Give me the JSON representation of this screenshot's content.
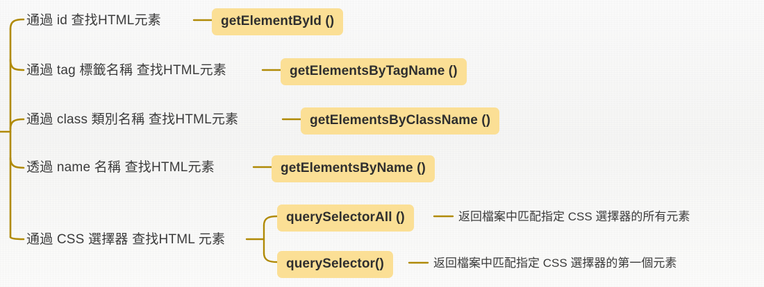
{
  "theme": {
    "background": "#f7f7f6",
    "branch_line": "#b08a06",
    "pill_bg": "#fbdf95",
    "pill_text": "#2f2f2f",
    "label_text": "#3b3b3b"
  },
  "diagram": {
    "type": "mindmap",
    "orientation": "left-to-right",
    "branches": [
      {
        "label": "通過 id 查找HTML元素",
        "method": "getElementById ()",
        "children": []
      },
      {
        "label": "通過 tag 標籤名稱 查找HTML元素",
        "method": "getElementsByTagName ()",
        "children": []
      },
      {
        "label": "通過 class 類別名稱 查找HTML元素",
        "method": "getElementsByClassName ()",
        "children": []
      },
      {
        "label": "透過 name 名稱 查找HTML元素",
        "method": "getElementsByName ()",
        "children": []
      },
      {
        "label": "通過 CSS 選擇器 查找HTML 元素",
        "method": null,
        "children": [
          {
            "method": "querySelectorAll ()",
            "description": "返回檔案中匹配指定 CSS 選擇器的所有元素"
          },
          {
            "method": "querySelector()",
            "description": "返回檔案中匹配指定 CSS 選擇器的第一個元素"
          }
        ]
      }
    ]
  }
}
